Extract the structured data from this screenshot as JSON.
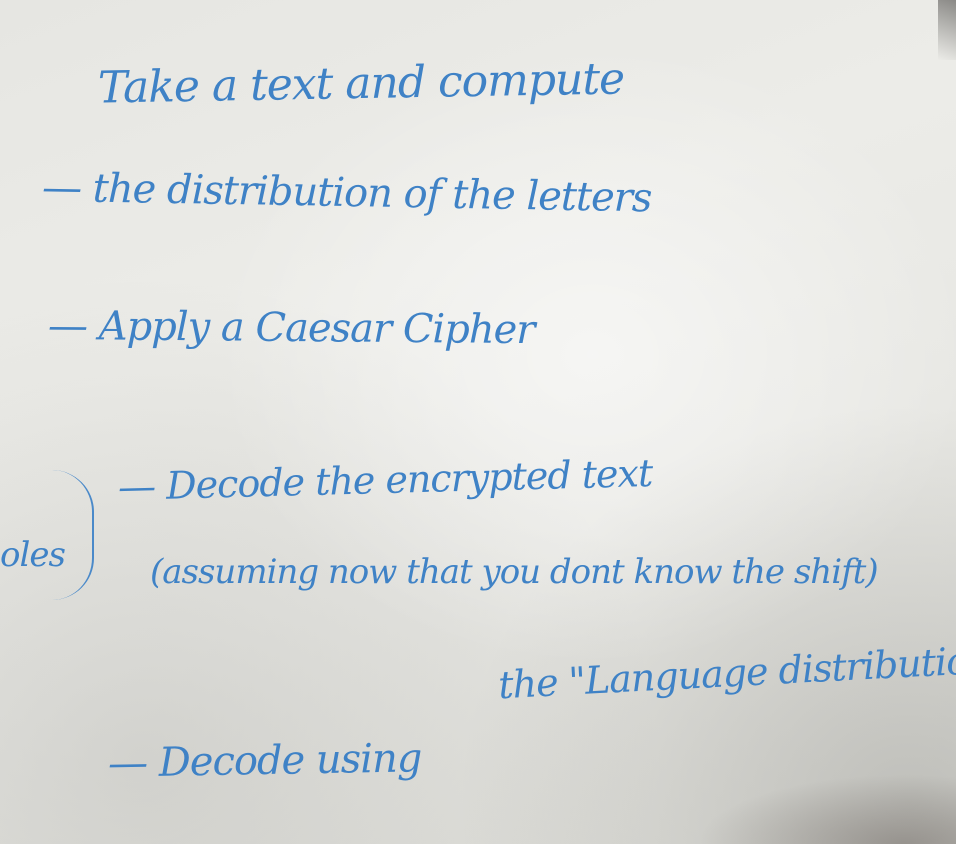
{
  "whiteboard": {
    "ink_color": "#3f82c6",
    "board_color": "#e8e8e4",
    "lines": [
      "Take a text and compute",
      "— the distribution of the letters",
      "— Apply a Caesar Cipher",
      "— Decode  the encrypted text",
      "(assuming now that you dont know the shift)",
      "oles",
      "the \"Language distribution\"",
      "— Decode using"
    ]
  }
}
